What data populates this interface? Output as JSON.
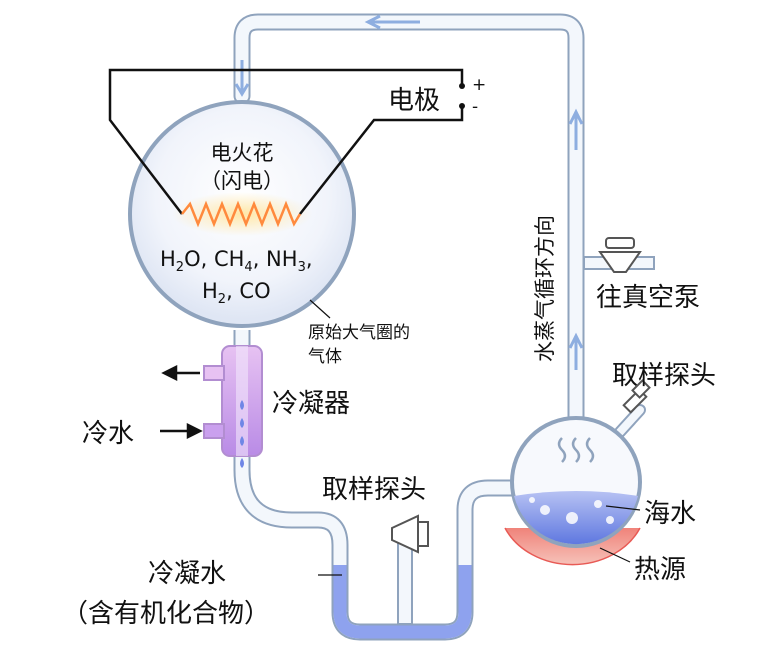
{
  "labels": {
    "electrode": "电极",
    "plus": "+",
    "minus": "-",
    "spark": "电火花",
    "flash": "（闪电）",
    "gases_line1": "H2O, CH4, NH3,",
    "gases_line2": "H2, CO",
    "atmosphere_line1": "原始大气圈的",
    "atmosphere_line2": "气体",
    "condenser": "冷凝器",
    "cold_water": "冷水",
    "vapor_direction": "水蒸气循环方向",
    "vacuum_pump": "往真空泵",
    "probe_right": "取样探头",
    "probe_bottom": "取样探头",
    "seawater": "海水",
    "heat_source": "热源",
    "condensed_line1": "冷凝水",
    "condensed_line2": "（含有机化合物）"
  },
  "chem": {
    "h2o_h": "H",
    "h2o_sub": "2",
    "h2o_o": "O, CH",
    "ch4_sub": "4",
    "nh3": ", NH",
    "nh3_sub": "3",
    "tail": ",",
    "h2_h": "H",
    "h2_sub": "2",
    "co": ", CO"
  },
  "colors": {
    "tube_outline": "#8fa3bd",
    "tube_fill": "#f3f7fc",
    "flow_arrow": "#8eaee0",
    "condenser": "#d9a6ec",
    "water_blue": "#6f86e6",
    "spark_glow": "#ffd27a",
    "heat": "#e85a55"
  }
}
